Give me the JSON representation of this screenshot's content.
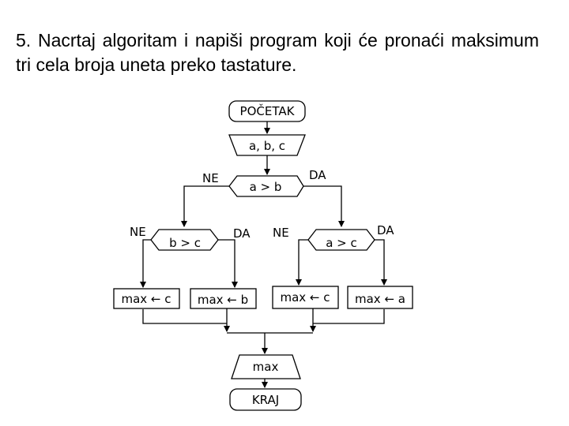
{
  "task": {
    "text": "5. Nacrtaj algoritam i napiši program koji će pronaći maksimum tri cela broja uneta preko tastature."
  },
  "flowchart": {
    "start": "POČETAK",
    "input": "a, b, c",
    "decision_main": "a > b",
    "decision_left": "b > c",
    "decision_right": "a > c",
    "assign_c_left": "max ← c",
    "assign_b": "max ← b",
    "assign_c_right": "max ← c",
    "assign_a": "max ← a",
    "output": "max",
    "end": "KRAJ",
    "label_yes": "DA",
    "label_no": "NE"
  }
}
